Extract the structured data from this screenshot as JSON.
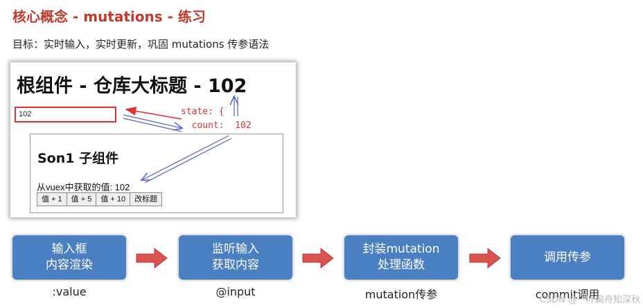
{
  "slide": {
    "title": "核心概念 - mutations - 练习",
    "subtitle": "目标：实时输入，实时更新，巩固 mutations 传参语法"
  },
  "demo": {
    "root_title": "根组件 - 仓库大标题 - 102",
    "input_value": "102",
    "state_code": "state: {\n  count:  102\n}",
    "son_title": "Son1 子组件",
    "son_value_text": "从vuex中获取的值: 102",
    "buttons": [
      "值 + 1",
      "值 + 5",
      "值 + 10",
      "改标题"
    ]
  },
  "flow": [
    {
      "label": "输入框\n内容渲染",
      "caption": ":value"
    },
    {
      "label": "监听输入\n获取内容",
      "caption": "@input"
    },
    {
      "label": "封装mutation\n处理函数",
      "caption": "mutation传参"
    },
    {
      "label": "调用传参",
      "caption": "commit调用"
    }
  ],
  "colors": {
    "title_red": "#c0392b",
    "flow_blue": "#4a7fc1",
    "arrow_red": "#d9534f",
    "annotation_blue": "#5561c7"
  },
  "watermark": "CSDN @一叶扁舟知深秋"
}
